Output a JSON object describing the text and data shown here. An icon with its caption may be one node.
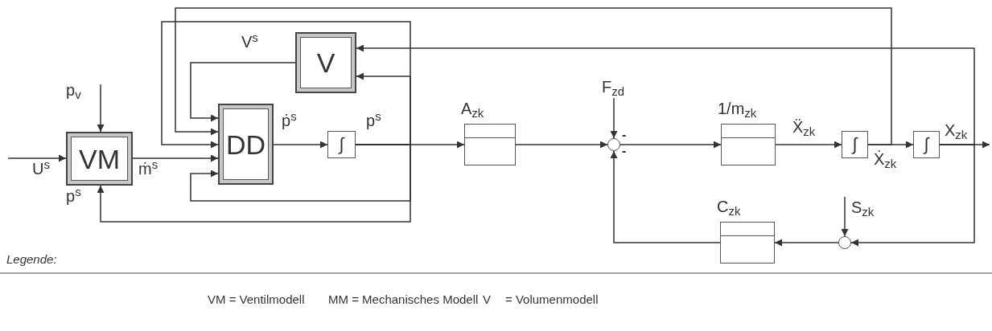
{
  "diagram": {
    "nodes": [
      {
        "text": [
          "VM"
        ]
      },
      {
        "text": [
          "DD"
        ]
      },
      {
        "text": [
          "V"
        ]
      },
      {
        "text": [
          "∫"
        ]
      },
      {
        "text": [
          "A$_{zk}$"
        ]
      },
      {
        "text": [
          "F$_{zd}$"
        ]
      },
      {
        "text": [],
        "shape": "circle"
      },
      {
        "text": [
          "1/m$_{zk}$"
        ]
      },
      {
        "text": [
          "∫"
        ]
      },
      {
        "text": [
          "∫"
        ]
      },
      {
        "text": [],
        "shape": "circle"
      },
      {
        "text": [
          "C$_{zk}$"
        ]
      }
    ],
    "edges": [
      {
        "from": null,
        "to": 0,
        "arrow": "to",
        "label": "U$^{s}$"
      },
      {
        "from": null,
        "to": 0,
        "arrow": "to",
        "label": "p$_{v}$"
      },
      {
        "from": 0,
        "to": 1,
        "arrow": "to",
        "label": "ṁ$^{s}$"
      },
      {
        "from": 2,
        "to": 1,
        "arrow": "to",
        "label": "V$^{s}$"
      },
      {
        "from": 1,
        "to": 3,
        "arrow": "to",
        "label": "ṗ$^{s}$"
      },
      {
        "from": 3,
        "to": 4,
        "arrow": "to",
        "label": "p$^{s}$"
      },
      {
        "from": 3,
        "to": 0,
        "arrow": "to",
        "label": "p$^{s}$"
      },
      {
        "from": 3,
        "to": 1,
        "arrow": "to"
      },
      {
        "from": 3,
        "to": 1,
        "arrow": "to"
      },
      {
        "from": 3,
        "to": 2,
        "arrow": "to"
      },
      {
        "from": 4,
        "to": 6,
        "arrow": "to"
      },
      {
        "from": 5,
        "to": 6,
        "arrow": "to"
      },
      {
        "from": 6,
        "to": 7,
        "arrow": "to"
      },
      {
        "from": 7,
        "to": 8,
        "arrow": "to",
        "label": "Ẍ$_{zk}$"
      },
      {
        "from": 8,
        "to": 9,
        "arrow": "to",
        "label": "Ẋ$_{zk}$"
      },
      {
        "from": 8,
        "to": 1,
        "arrow": "to"
      },
      {
        "from": 9,
        "to": null,
        "arrow": "to",
        "label": "X$_{zk}$"
      },
      {
        "from": 9,
        "to": 2,
        "arrow": "to"
      },
      {
        "from": 9,
        "to": 10,
        "arrow": "to"
      },
      {
        "from": null,
        "to": 10,
        "arrow": "to",
        "label": "S$_{zk}$"
      },
      {
        "from": 10,
        "to": 11,
        "arrow": "to"
      },
      {
        "from": 11,
        "to": 6,
        "arrow": "to"
      }
    ],
    "labels": [
      "-",
      "-",
      "Legende:",
      "VM = Ventilmodell",
      "MM = Mechanisches Modell",
      "V",
      "= Volumenmodell"
    ]
  }
}
